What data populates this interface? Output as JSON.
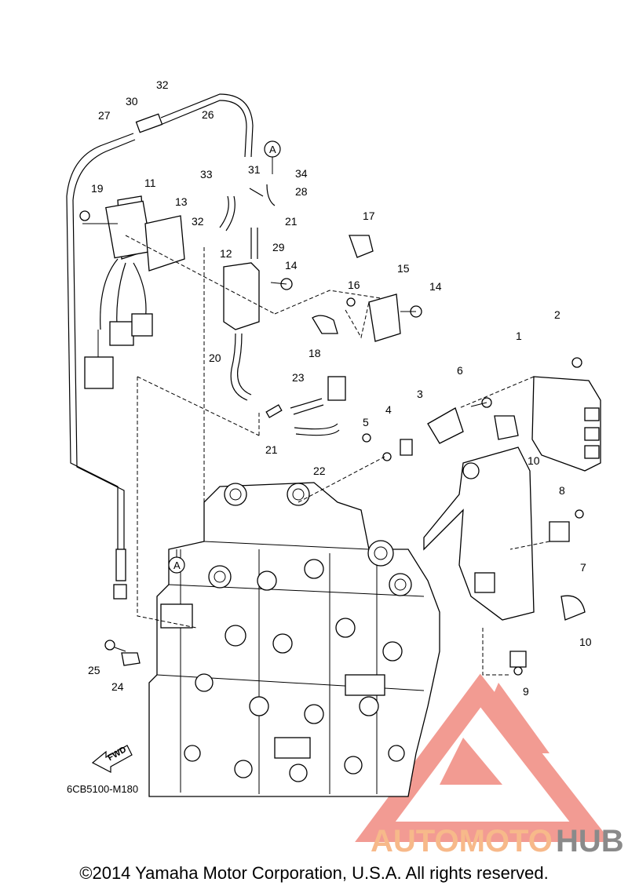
{
  "diagram": {
    "callouts": [
      "1",
      "2",
      "3",
      "4",
      "5",
      "6",
      "7",
      "8",
      "9",
      "10",
      "10",
      "11",
      "12",
      "13",
      "14",
      "14",
      "15",
      "16",
      "17",
      "18",
      "19",
      "20",
      "21",
      "21",
      "22",
      "23",
      "24",
      "25",
      "26",
      "27",
      "28",
      "29",
      "30",
      "31",
      "32",
      "32",
      "33",
      "34"
    ],
    "reference_mark": "A",
    "part_code": "6CB5100-M180",
    "direction_label": "FWD"
  },
  "watermark": {
    "brand_part1": "AUTOMOTO",
    "brand_part2": "HUB",
    "colors": {
      "logo": "#f08a80",
      "part1": "#f7b98a",
      "part2": "#8a8a8a"
    }
  },
  "footer": {
    "copyright": "©2014 Yamaha Motor Corporation, U.S.A. All rights reserved."
  }
}
